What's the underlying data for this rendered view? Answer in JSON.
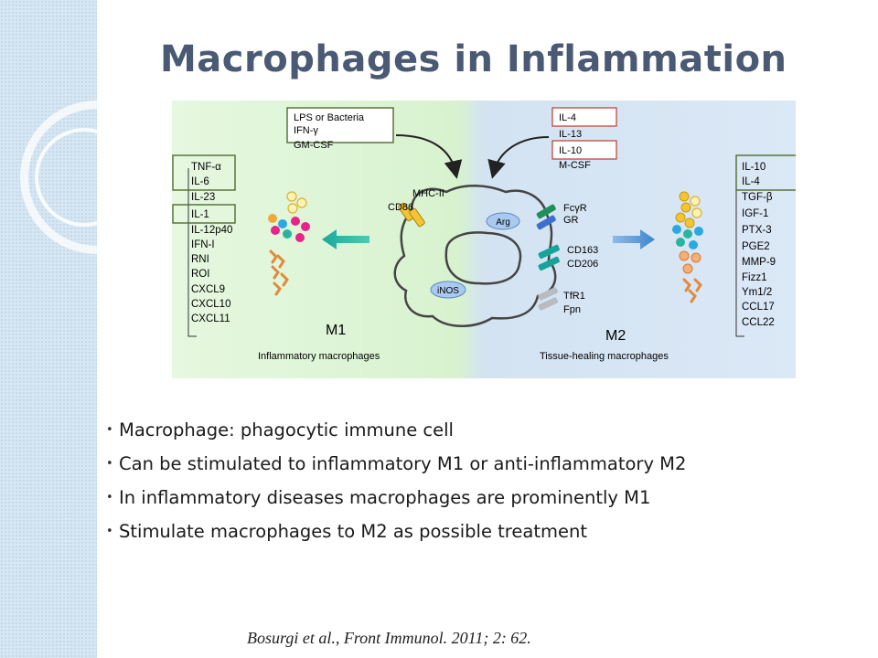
{
  "title": "Macrophages in Inflammation",
  "figure": {
    "m1": {
      "label": "M1",
      "caption": "Inflammatory macrophages",
      "stimuli": [
        "LPS or Bacteria",
        "IFN-γ",
        "GM-CSF"
      ],
      "receptors": [
        "MHC-II",
        "CD86"
      ],
      "enzyme": "iNOS",
      "secreted": [
        "TNF-α",
        "IL-6",
        "IL-23",
        "IL-1",
        "IL-12p40",
        "IFN-I",
        "RNI",
        "ROI",
        "CXCL9",
        "CXCL10",
        "CXCL11"
      ]
    },
    "m2": {
      "label": "M2",
      "caption": "Tissue-healing macrophages",
      "stimuli": [
        "IL-4",
        "IL-13",
        "IL-10",
        "M-CSF"
      ],
      "receptors": [
        "FcγR",
        "GR",
        "CD163",
        "CD206",
        "TfR1",
        "Fpn"
      ],
      "enzyme": "Arg",
      "secreted": [
        "IL-10",
        "IL-4",
        "TGF-β",
        "IGF-1",
        "PTX-3",
        "PGE2",
        "MMP-9",
        "Fizz1",
        "Ym1/2",
        "CCL17",
        "CCL22"
      ]
    }
  },
  "bullets": [
    "Macrophage: phagocytic immune cell",
    "Can be stimulated to inflammatory M1 or anti-inflammatory M2",
    "In inflammatory diseases macrophages are prominently M1",
    "Stimulate macrophages to M2 as possible treatment"
  ],
  "citation": "Bosurgi et al., Front Immunol. 2011; 2: 62.",
  "colors": {
    "title": "#4a5a74",
    "m1_bg": "#e4f7df",
    "m2_bg": "#dce9f7",
    "box_border_m1": "#4f6b30",
    "box_border_m2": "#c0392b"
  }
}
